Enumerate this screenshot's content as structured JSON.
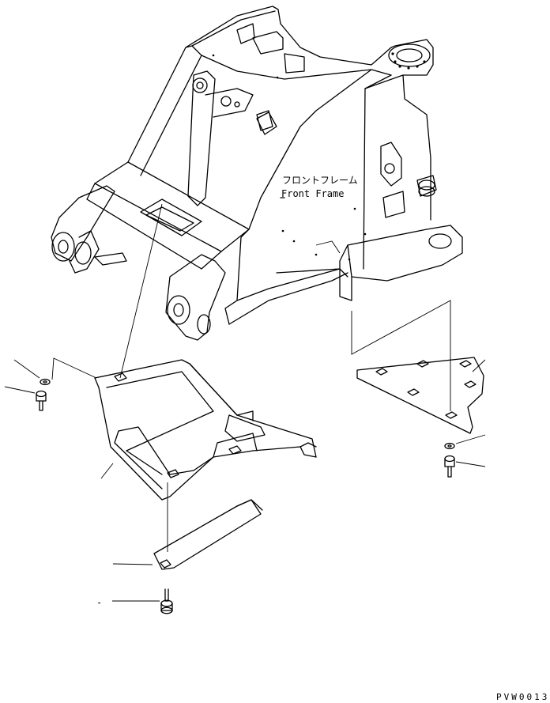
{
  "frame_label": {
    "jp": "フロントフレーム",
    "en": "Front Frame"
  },
  "drawing_code": "PVW0013",
  "stray_mark": "-"
}
